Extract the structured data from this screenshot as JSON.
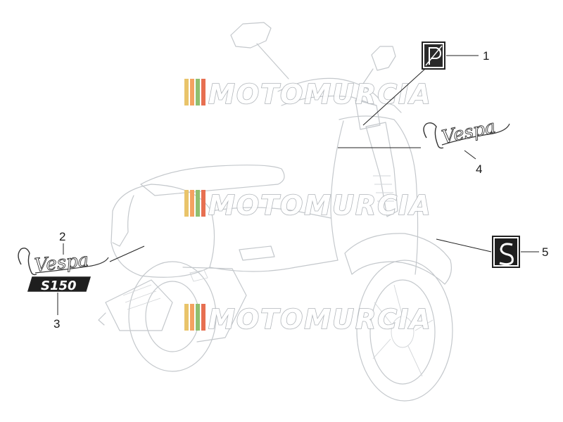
{
  "watermark": {
    "text": "MOTOMURCIA",
    "stripe_colors": [
      "#e9c46a",
      "#f4a261",
      "#8fbf6f",
      "#e76f51"
    ]
  },
  "callouts": [
    {
      "number": "1",
      "part": "p-badge"
    },
    {
      "number": "2",
      "part": "vespa-side-logo"
    },
    {
      "number": "3",
      "part": "s150-badge"
    },
    {
      "number": "4",
      "part": "vespa-front-logo"
    },
    {
      "number": "5",
      "part": "s-badge"
    }
  ],
  "decals": {
    "s150_text": "S150",
    "s_badge_text": "S",
    "vespa_script": "Vespa"
  },
  "colors": {
    "scooter_line": "#c4c8cc",
    "leader_line": "#222222",
    "badge_dark": "#1e1e1e"
  }
}
